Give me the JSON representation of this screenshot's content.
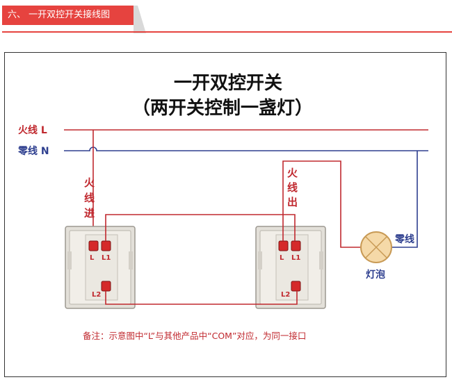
{
  "section": {
    "label": "六、 一开双控开关接线图"
  },
  "diagram": {
    "title_line1": "一开双控开关",
    "title_line2": "（两开关控制一盏灯）",
    "live_wire_label": "火线 L",
    "neutral_wire_label": "零线 N",
    "live_in_label": [
      "火",
      "线",
      "进"
    ],
    "live_out_label": [
      "火",
      "线",
      "出"
    ],
    "switch1": {
      "terminal_L": "L",
      "terminal_L1": "L1",
      "terminal_L2": "L2"
    },
    "switch2": {
      "terminal_L": "L",
      "terminal_L1": "L1",
      "terminal_L2": "L2"
    },
    "lamp_label": "灯泡",
    "lamp_neutral_label": "零线",
    "note": "备注：示意图中“L”与其他产品中“COM”对应，为同一接口",
    "colors": {
      "live": "#c0282e",
      "neutral": "#2e3f8f",
      "accent": "#e6433f",
      "lamp": "#f3c27a"
    }
  }
}
